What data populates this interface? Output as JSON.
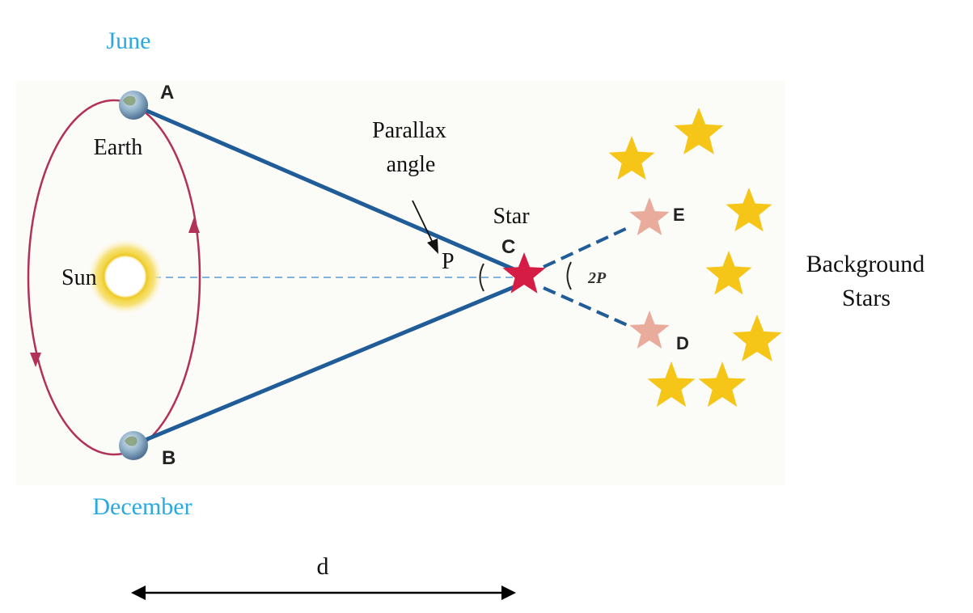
{
  "labels": {
    "june": "June",
    "december": "December",
    "earth": "Earth",
    "sun": "Sun",
    "star": "Star",
    "parallax_line1": "Parallax",
    "parallax_line2": "angle",
    "p": "P",
    "point_a": "A",
    "point_b": "B",
    "point_c": "C",
    "point_d": "D",
    "point_e": "E",
    "two_p": "2P",
    "background_line1": "Background",
    "background_line2": "Stars",
    "distance": "d"
  },
  "colors": {
    "month_label": "#29a9e0",
    "orbit": "#b2315a",
    "sight_line": "#1f5c98",
    "center_line": "#5b9bd5",
    "near_star": "#d41c45",
    "shifted_star": "#e9ab9b",
    "background_star": "#f5c518",
    "sun_glow": "#f2d33a",
    "earth": "#6e93b5"
  },
  "icons": {
    "earth_june": "earth-icon",
    "earth_december": "earth-icon",
    "sun": "sun-icon",
    "near_star": "star-icon",
    "shifted_star": "star-icon",
    "background_star": "star-icon"
  }
}
